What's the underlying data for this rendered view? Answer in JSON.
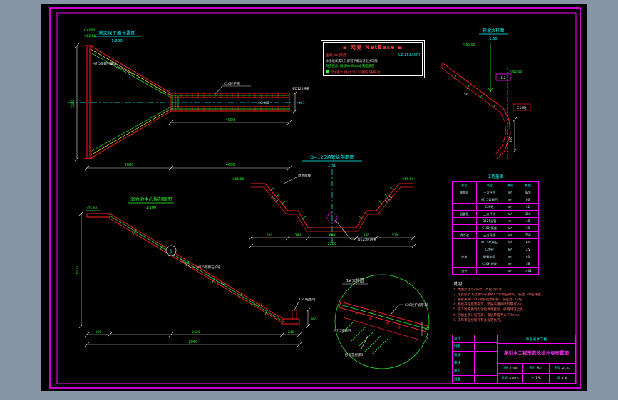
{
  "colors": {
    "workspace": "#8595a5",
    "canvas": "#000000",
    "frame": "#ff00ff",
    "red": "#ff1f1f",
    "green": "#2bff2b",
    "cyan": "#00ffff",
    "yellow": "#ffff00",
    "white": "#e8e8e8"
  },
  "views": {
    "plan": {
      "title": "渐变段平面布置图",
      "scale": "1:200",
      "station": "0+000",
      "elev": "▽62.50",
      "wall": "M7.5浆砌石翼墙",
      "lining": "C20砼护底",
      "outlet": "接D125涵管",
      "slope_i": "i=0.002",
      "dim_a": "2000",
      "dim_b": "4000",
      "dim_c": "4000",
      "dim_left": "1200",
      "dim_w": "125"
    },
    "slope": {
      "title": "斜坡大样图",
      "scale": "1:50",
      "ratio": "1:2",
      "mat": "C15砼",
      "elev": "▽65.00",
      "elev2": "▽62.00",
      "dim_a": "150",
      "dim_b": "300"
    },
    "culvert": {
      "title": "D=125涵管纵剖面图",
      "scale": "1:50",
      "ground": "原地面线",
      "slope_l": "1:1.5",
      "slope_r": "1:1.5",
      "pipe": "D125砼涵管",
      "elev_l": "▽65.50",
      "elev_r": "▽65.50",
      "d1": "520",
      "d2": "280",
      "d3": "680",
      "d4": "280",
      "d5": "520",
      "total": "2280"
    },
    "profile": {
      "title": "消力池中心纵剖面图",
      "scale": "1:100",
      "elev_top": "▽75.00",
      "elev_end": "▽70.50",
      "marker": "1",
      "ratio": "1:2",
      "wall": "M7.5浆砌石护坡",
      "tooth": "C20砼齿墙",
      "d1": "300",
      "d2": "2420",
      "d3": "240",
      "total": "2960",
      "h": "1500",
      "sill": "80"
    },
    "detail": {
      "title": "1#大样图",
      "lining": "C20砼护坡厚10",
      "cushion": "砂砾垫层厚5",
      "masonry": "M7.5浆砌石",
      "t1": "25",
      "t2": "10"
    }
  },
  "watermark": {
    "l1": "≡ 网易 NetBase ≡",
    "l2a": "图纸 sk 预览",
    "l2b": "Co.163.com",
    "l3": "本图纸仅需5元 即可下载高清无水印版",
    "l4": "淘宝搜索: 网易NetBase水利图纸店",
    "l5": "全国最大水利水电CAD图纸下载平台"
  },
  "quantity_table": {
    "title": "工程量表",
    "headers": [
      "部位",
      "项目",
      "单位",
      "数量"
    ],
    "rows": [
      [
        "渐变段",
        "土方开挖",
        "m³",
        "420"
      ],
      [
        "",
        "M7.5浆砌石",
        "m³",
        "86"
      ],
      [
        "",
        "C20砼",
        "m³",
        "32"
      ],
      [
        "涵管段",
        "土方开挖",
        "m³",
        "350"
      ],
      [
        "",
        "D125涵管",
        "m",
        "48"
      ],
      [
        "",
        "C15砼管座",
        "m³",
        "18"
      ],
      [
        "消力池",
        "土方开挖",
        "m³",
        "260"
      ],
      [
        "",
        "M7.5浆砌石",
        "m³",
        "64"
      ],
      [
        "",
        "C20砼",
        "m³",
        "25"
      ],
      [
        "护坡",
        "砂砾垫层",
        "m³",
        "40"
      ],
      [
        "",
        "C20砼护坡",
        "m³",
        "58"
      ],
      [
        "合计",
        "",
        "m³",
        "1401"
      ]
    ]
  },
  "notes": {
    "title": "说明:",
    "lines": [
      "1. 本图尺寸以cm计，高程以m计。",
      "2. 渐变段及消力池均采用M7.5浆砌石砌筑，表面C20砼抹面。",
      "3. 涵管采用D125钢筋砼预制管，管座为C15砼。",
      "4. 基础开挖后须夯实，垫层采用砂砾料厚10cm。",
      "5. 施工时先做消力池后做渐变段，接缝处设止水。",
      "6. 回填土须分层夯实，每层厚度不大于30cm。",
      "7. 未尽事宜按现行有关规范执行。"
    ]
  },
  "titleblock": {
    "sign_labels": [
      "设计",
      "制图",
      "校核",
      "审核",
      "审定",
      "批准"
    ],
    "project": "泵站引水工程",
    "title": "泵引水工程渐变段设计与布置图",
    "fields": [
      [
        "比例",
        "1:100"
      ],
      [
        "图别",
        "水工"
      ],
      [
        "图号",
        "SG-07"
      ],
      [
        "日期",
        "2008.6"
      ],
      [
        "共",
        "1 张"
      ],
      [
        "第",
        "1 张"
      ]
    ]
  }
}
